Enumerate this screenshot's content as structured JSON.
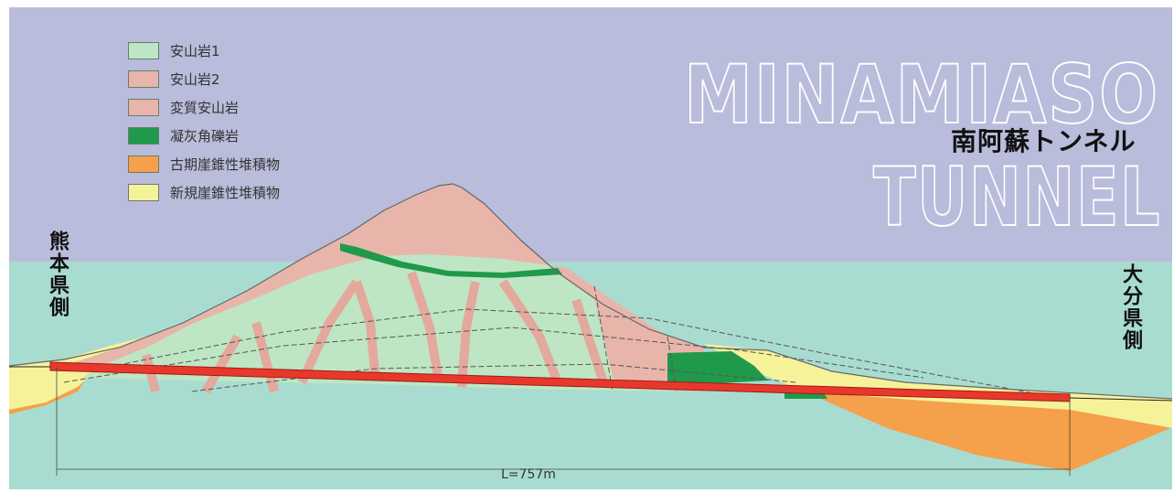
{
  "legend": [
    {
      "label": "安山岩1",
      "color": "#bfe6c4"
    },
    {
      "label": "安山岩2",
      "color": "#e8b5ab"
    },
    {
      "label": "変質安山岩",
      "color": "#e8b5ab"
    },
    {
      "label": "凝灰角礫岩",
      "color": "#1f9a4a"
    },
    {
      "label": "古期崖錐性堆積物",
      "color": "#f5a04a"
    },
    {
      "label": "新規崖錐性堆積物",
      "color": "#f5f29a"
    }
  ],
  "title_en_line1": "MINAMIASO",
  "title_en_line2": "TUNNEL",
  "title_jp": "南阿蘇トンネル",
  "left_side": "熊本県側",
  "right_side": "大分県側",
  "length_label": "L=757m",
  "colors": {
    "sky": "#b9bcda",
    "ground_bg": "#a9dcd0",
    "tunnel": "#e8382c"
  }
}
